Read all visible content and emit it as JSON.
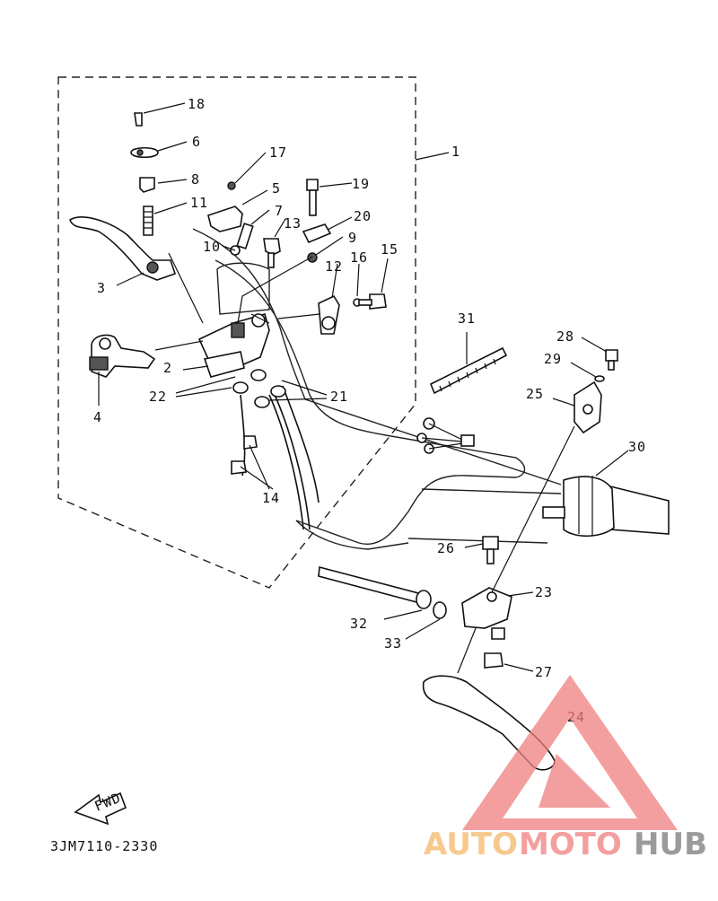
{
  "diagram": {
    "code": "3JM7110-2330",
    "fwd_label": "FWD",
    "watermark": {
      "word1": "AUTO",
      "word2": "MOTO",
      "word3": "HUB",
      "color_a": "#f5b76a",
      "color_b": "#ef7f7f",
      "color_c": "#7a7a7a"
    },
    "callouts": [
      {
        "id": "c1",
        "text": "1"
      },
      {
        "id": "c2",
        "text": "2"
      },
      {
        "id": "c3",
        "text": "3"
      },
      {
        "id": "c4",
        "text": "4"
      },
      {
        "id": "c5",
        "text": "5"
      },
      {
        "id": "c6",
        "text": "6"
      },
      {
        "id": "c7",
        "text": "7"
      },
      {
        "id": "c8",
        "text": "8"
      },
      {
        "id": "c9",
        "text": "9"
      },
      {
        "id": "c10",
        "text": "10"
      },
      {
        "id": "c11",
        "text": "11"
      },
      {
        "id": "c12",
        "text": "12"
      },
      {
        "id": "c13",
        "text": "13"
      },
      {
        "id": "c14",
        "text": "14"
      },
      {
        "id": "c15",
        "text": "15"
      },
      {
        "id": "c16",
        "text": "16"
      },
      {
        "id": "c17",
        "text": "17"
      },
      {
        "id": "c18",
        "text": "18"
      },
      {
        "id": "c19",
        "text": "19"
      },
      {
        "id": "c20",
        "text": "20"
      },
      {
        "id": "c21",
        "text": "21"
      },
      {
        "id": "c22",
        "text": "22"
      },
      {
        "id": "c23",
        "text": "23"
      },
      {
        "id": "c24",
        "text": "24"
      },
      {
        "id": "c25",
        "text": "25"
      },
      {
        "id": "c26",
        "text": "26"
      },
      {
        "id": "c27",
        "text": "27"
      },
      {
        "id": "c28",
        "text": "28"
      },
      {
        "id": "c29",
        "text": "29"
      },
      {
        "id": "c30",
        "text": "30"
      },
      {
        "id": "c31",
        "text": "31"
      },
      {
        "id": "c32",
        "text": "32"
      },
      {
        "id": "c33",
        "text": "33"
      }
    ]
  }
}
